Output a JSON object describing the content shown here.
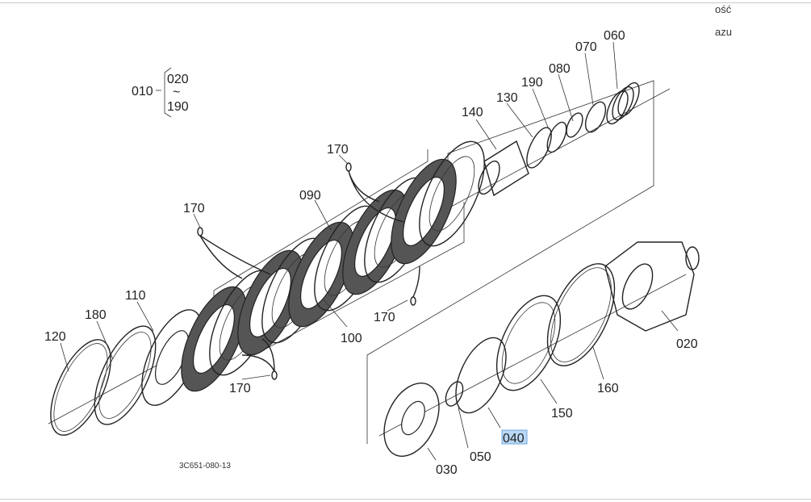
{
  "side_text": [
    "ość",
    "azu"
  ],
  "diagram": {
    "group_label": {
      "parent": "010",
      "from": "020",
      "tilde": "~",
      "to": "190"
    },
    "labels": {
      "p060": "060",
      "p070": "070",
      "p080": "080",
      "p190": "190",
      "p130": "130",
      "p140": "140",
      "p170a": "170",
      "p090": "090",
      "p170b": "170",
      "p110": "110",
      "p180": "180",
      "p120": "120",
      "p100": "100",
      "p170c": "170",
      "p170d": "170",
      "p020": "020",
      "p160": "160",
      "p150": "150",
      "p040": "040",
      "p050": "050",
      "p030": "030"
    },
    "highlighted_label": "040",
    "highlight_color": "#b9d8f5",
    "reference_code": "3C651-080-13"
  }
}
